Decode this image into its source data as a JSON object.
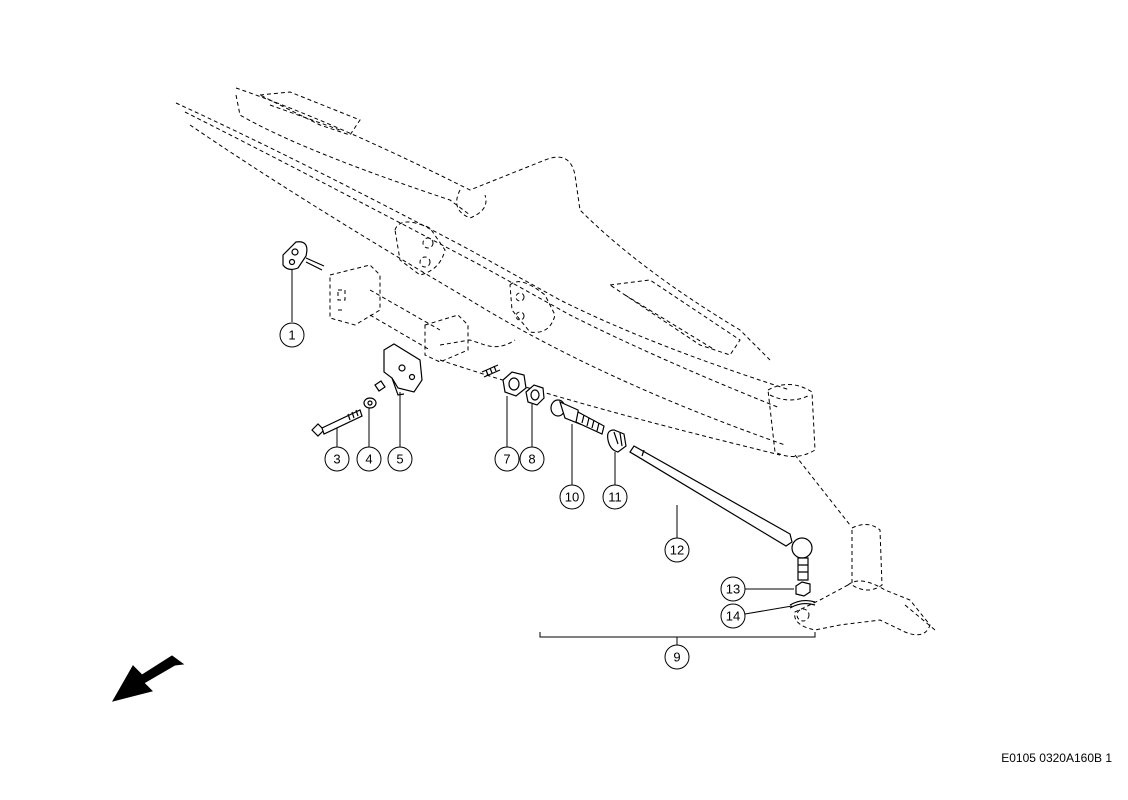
{
  "callouts": {
    "c1": "1",
    "c3": "3",
    "c4": "4",
    "c5": "5",
    "c7": "7",
    "c8": "8",
    "c9": "9",
    "c10": "10",
    "c11": "11",
    "c12": "12",
    "c13": "13",
    "c14": "14"
  },
  "reference_code": "E0105 0320A160B 1",
  "direction_arrow_icon": "front-direction-arrow-icon",
  "colors": {
    "ink": "#000000",
    "paper": "#ffffff"
  }
}
